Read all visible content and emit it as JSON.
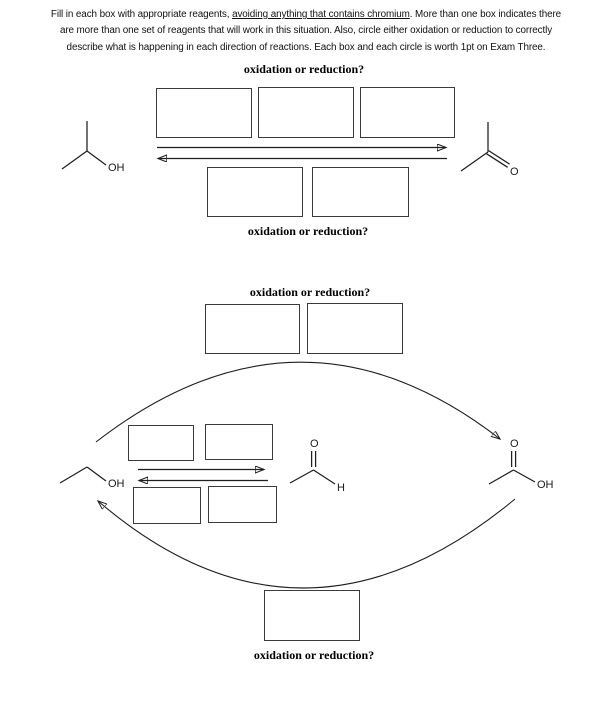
{
  "colors": {
    "ink": "#1a1a1a",
    "box_border": "#3b3b3b",
    "background": "#ffffff"
  },
  "header": {
    "line1_before": "Fill in each box with appropriate reagents, ",
    "line1_underlined": "avoiding anything that contains chromium",
    "line1_after": ".  More than one box indicates there",
    "line2": "are more than one set of reagents that will work in this situation.  Also, circle either oxidation or reduction to correctly",
    "line3": "describe what is happening in each direction of reactions. Each box and each circle is worth 1pt on Exam Three."
  },
  "reaction1": {
    "prompt_forward": "oxidation or reduction?",
    "prompt_reverse": "oxidation or reduction?",
    "forward_boxes": [
      "",
      "",
      ""
    ],
    "reverse_boxes": [
      "",
      ""
    ],
    "isopropanol_labels": {
      "oh": "OH"
    },
    "acetone_labels": {
      "o": "O"
    }
  },
  "reaction2": {
    "prompt_top_arc": "oxidation or reduction?",
    "prompt_bottom_arc": "oxidation or reduction?",
    "top_arc_boxes": [
      "",
      ""
    ],
    "middle_forward_boxes": [
      "",
      ""
    ],
    "middle_reverse_boxes": [
      "",
      ""
    ],
    "bottom_arc_boxes": [
      ""
    ],
    "ethanol_labels": {
      "oh": "OH"
    },
    "acetaldehyde_labels": {
      "o": "O",
      "h": "H"
    },
    "acetic_acid_labels": {
      "o": "O",
      "oh": "OH"
    }
  }
}
